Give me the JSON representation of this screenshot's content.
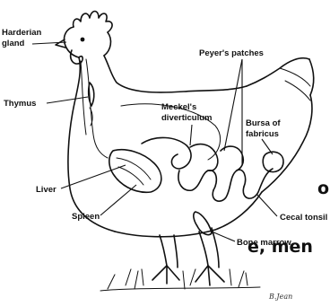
{
  "labels": {
    "harderian_gland": "Harderian\ngland",
    "thymus": "Thymus",
    "peyers_patches": "Peyer's patches",
    "meckels_diverticulum": "Meckel's\ndiverticulum",
    "bursa_of_fabricus": "Bursa of\nfabricus",
    "liver": "Liver",
    "spleen": "Spleen",
    "cecal_tonsil": "Cecal tonsil",
    "bone_marrow": "Bone marrow"
  },
  "background_text": {
    "fragment_1": "o,",
    "fragment_2": "e, men"
  },
  "signature": "B.Jean"
}
